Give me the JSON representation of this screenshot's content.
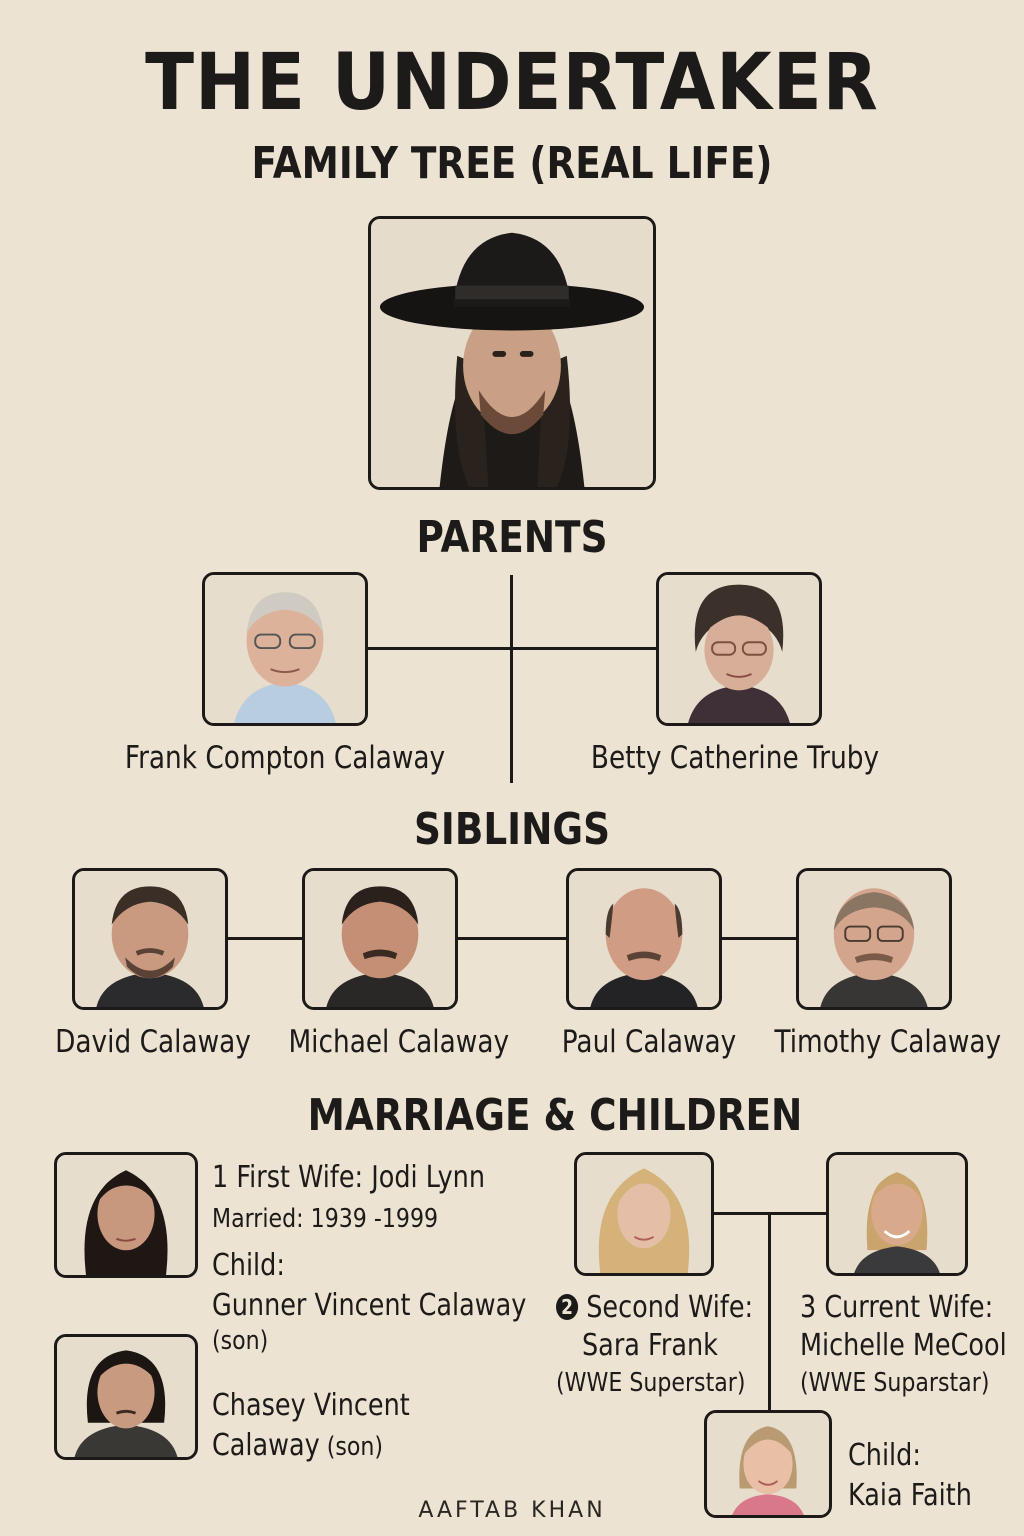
{
  "title": "THE UNDERTAKER",
  "subtitle": "FAMILY TREE (REAL LIFE)",
  "sections": {
    "parents": "PARENTS",
    "siblings": "SIBLINGS",
    "marriage": "MARRIAGE & CHILDREN"
  },
  "parents": [
    {
      "name": "Frank Compton Calaway"
    },
    {
      "name": "Betty Catherine Truby"
    }
  ],
  "siblings": [
    {
      "name": "David Calaway"
    },
    {
      "name": "Michael Calaway"
    },
    {
      "name": "Paul Calaway"
    },
    {
      "name": "Timothy Calaway"
    }
  ],
  "first_wife": {
    "label": "1 First Wife: Jodi Lynn",
    "married": "Married: 1939 -1999",
    "child_label": "Child:",
    "child1_name": "Gunner Vincent Calaway",
    "child1_rel": "(son)",
    "child2_line1": "Chasey Vincent",
    "child2_line2": "Calaway",
    "child2_rel": " (son)"
  },
  "second_wife": {
    "badge": "2",
    "label": " Second Wife:",
    "name": "Sara Frank",
    "note": "(WWE Superstar)"
  },
  "third_wife": {
    "label": "3 Current Wife:",
    "name": "Michelle MeCool",
    "note": "(WWE Suparstar)"
  },
  "child": {
    "label": "Child:",
    "name": "Kaia Faith"
  },
  "credit": "AAFTAB KHAN"
}
